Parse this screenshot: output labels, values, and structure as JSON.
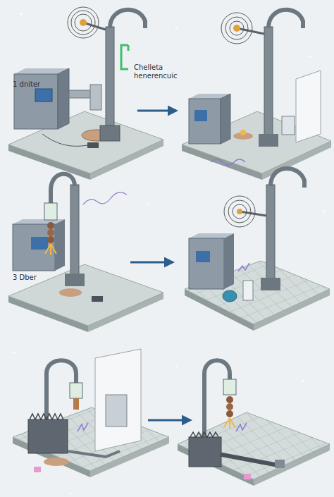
{
  "diagram": {
    "labels": [
      "1 dniter",
      "Chelleta henerencuic",
      "3 Dber"
    ]
  }
}
